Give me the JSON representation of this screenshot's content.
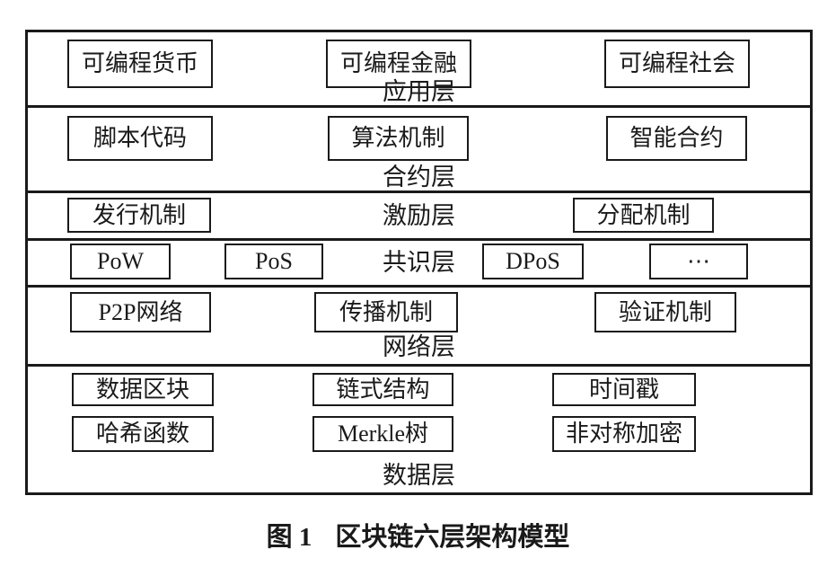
{
  "diagram": {
    "layers": [
      {
        "label": "应用层",
        "boxes": [
          "可编程货币",
          "可编程金融",
          "可编程社会"
        ]
      },
      {
        "label": "合约层",
        "boxes": [
          "脚本代码",
          "算法机制",
          "智能合约"
        ]
      },
      {
        "label": "激励层",
        "boxes": [
          "发行机制",
          "分配机制"
        ]
      },
      {
        "label": "共识层",
        "boxes": [
          "PoW",
          "PoS",
          "DPoS",
          "⋯"
        ]
      },
      {
        "label": "网络层",
        "boxes": [
          "P2P网络",
          "传播机制",
          "验证机制"
        ]
      },
      {
        "label": "数据层",
        "boxes": [
          "数据区块",
          "链式结构",
          "时间戳",
          "哈希函数",
          "Merkle树",
          "非对称加密"
        ]
      }
    ],
    "caption": {
      "prefix": "图 1",
      "title": "区块链六层架构模型"
    },
    "colors": {
      "line": "#1a1a1a",
      "text": "#1a1a1a",
      "background": "#ffffff"
    }
  }
}
